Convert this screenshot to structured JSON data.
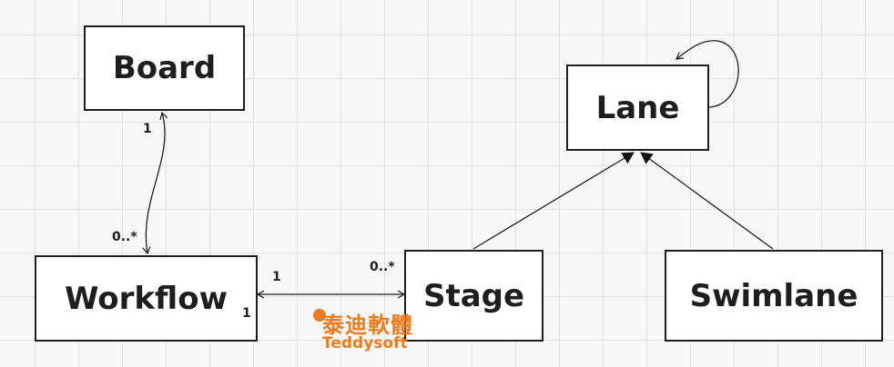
{
  "classes": {
    "board": "Board",
    "lane": "Lane",
    "workflow": "Workflow",
    "stage": "Stage",
    "swimlane": "Swimlane"
  },
  "multiplicities": {
    "board_end": "1",
    "workflow_to_board": "0..*",
    "workflow_to_stage": "1",
    "stage_end": "0..*",
    "workflow_bottom": "1"
  },
  "watermark": {
    "chinese": "泰迪軟體",
    "english": "Teddysoft"
  },
  "colors": {
    "ink": "#1e1e1e",
    "watermark": "#f07a1a",
    "grid": "#e3e3e3",
    "background": "#f7f7f7"
  }
}
